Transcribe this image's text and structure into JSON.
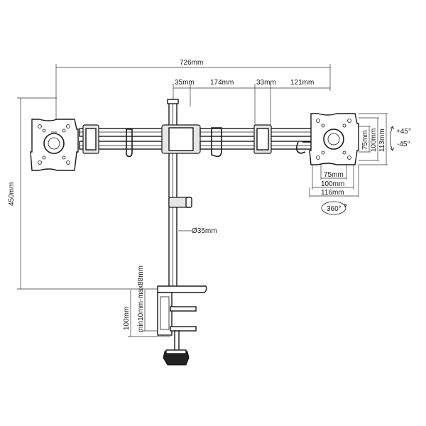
{
  "dimensions": {
    "total_width": "726mm",
    "pole_offset": "35mm",
    "arm_segment": "174mm",
    "joint_width": "33mm",
    "arm_end": "121mm",
    "total_height": "450mm",
    "pole_diameter": "Ø35mm",
    "clamp_range": "min10mm-max88mm",
    "clamp_height": "100mm",
    "vesa_small_w": "75mm",
    "vesa_large_w": "100mm",
    "plate_w": "116mm",
    "vesa_small_h": "75mm",
    "vesa_large_h": "100mm",
    "plate_h": "113mm",
    "tilt_up": "+45°",
    "tilt_down": "-45°",
    "rotation": "360°"
  }
}
